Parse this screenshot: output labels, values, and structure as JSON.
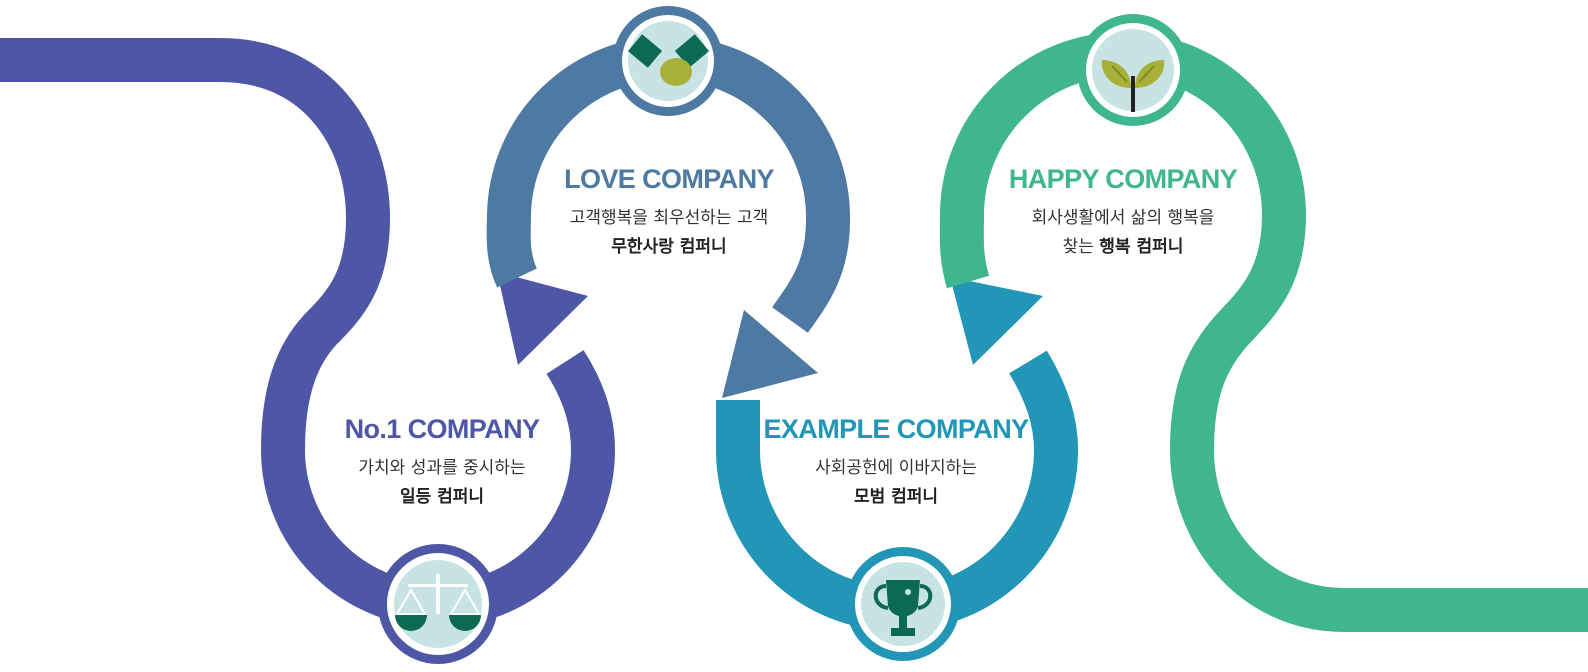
{
  "colors": {
    "purple": "#4e56a6",
    "steel_blue": "#4e79a2",
    "teal_blue": "#2196b6",
    "green": "#3fb68e",
    "icon_bg": "#c8e3e3",
    "dark_green": "#0c6a52",
    "olive": "#a9b03a"
  },
  "stages": [
    {
      "title": "No.1 COMPANY",
      "line1": "가치와 성과를 중시하는",
      "line2_prefix": "",
      "line2_bold": "일등 컴퍼니",
      "icon": "scales-icon"
    },
    {
      "title": "LOVE COMPANY",
      "line1": "고객행복을 최우선하는 고객",
      "line2_prefix": "",
      "line2_bold": "무한사랑 컴퍼니",
      "icon": "handshake-icon"
    },
    {
      "title": "EXAMPLE COMPANY",
      "line1": "사회공헌에 이바지하는",
      "line2_prefix": "",
      "line2_bold": "모범 컴퍼니",
      "icon": "trophy-icon"
    },
    {
      "title": "HAPPY COMPANY",
      "line1": "회사생활에서 삶의 행복을",
      "line2_prefix": "찾는 ",
      "line2_bold": "행복 컴퍼니",
      "icon": "sprout-icon"
    }
  ]
}
